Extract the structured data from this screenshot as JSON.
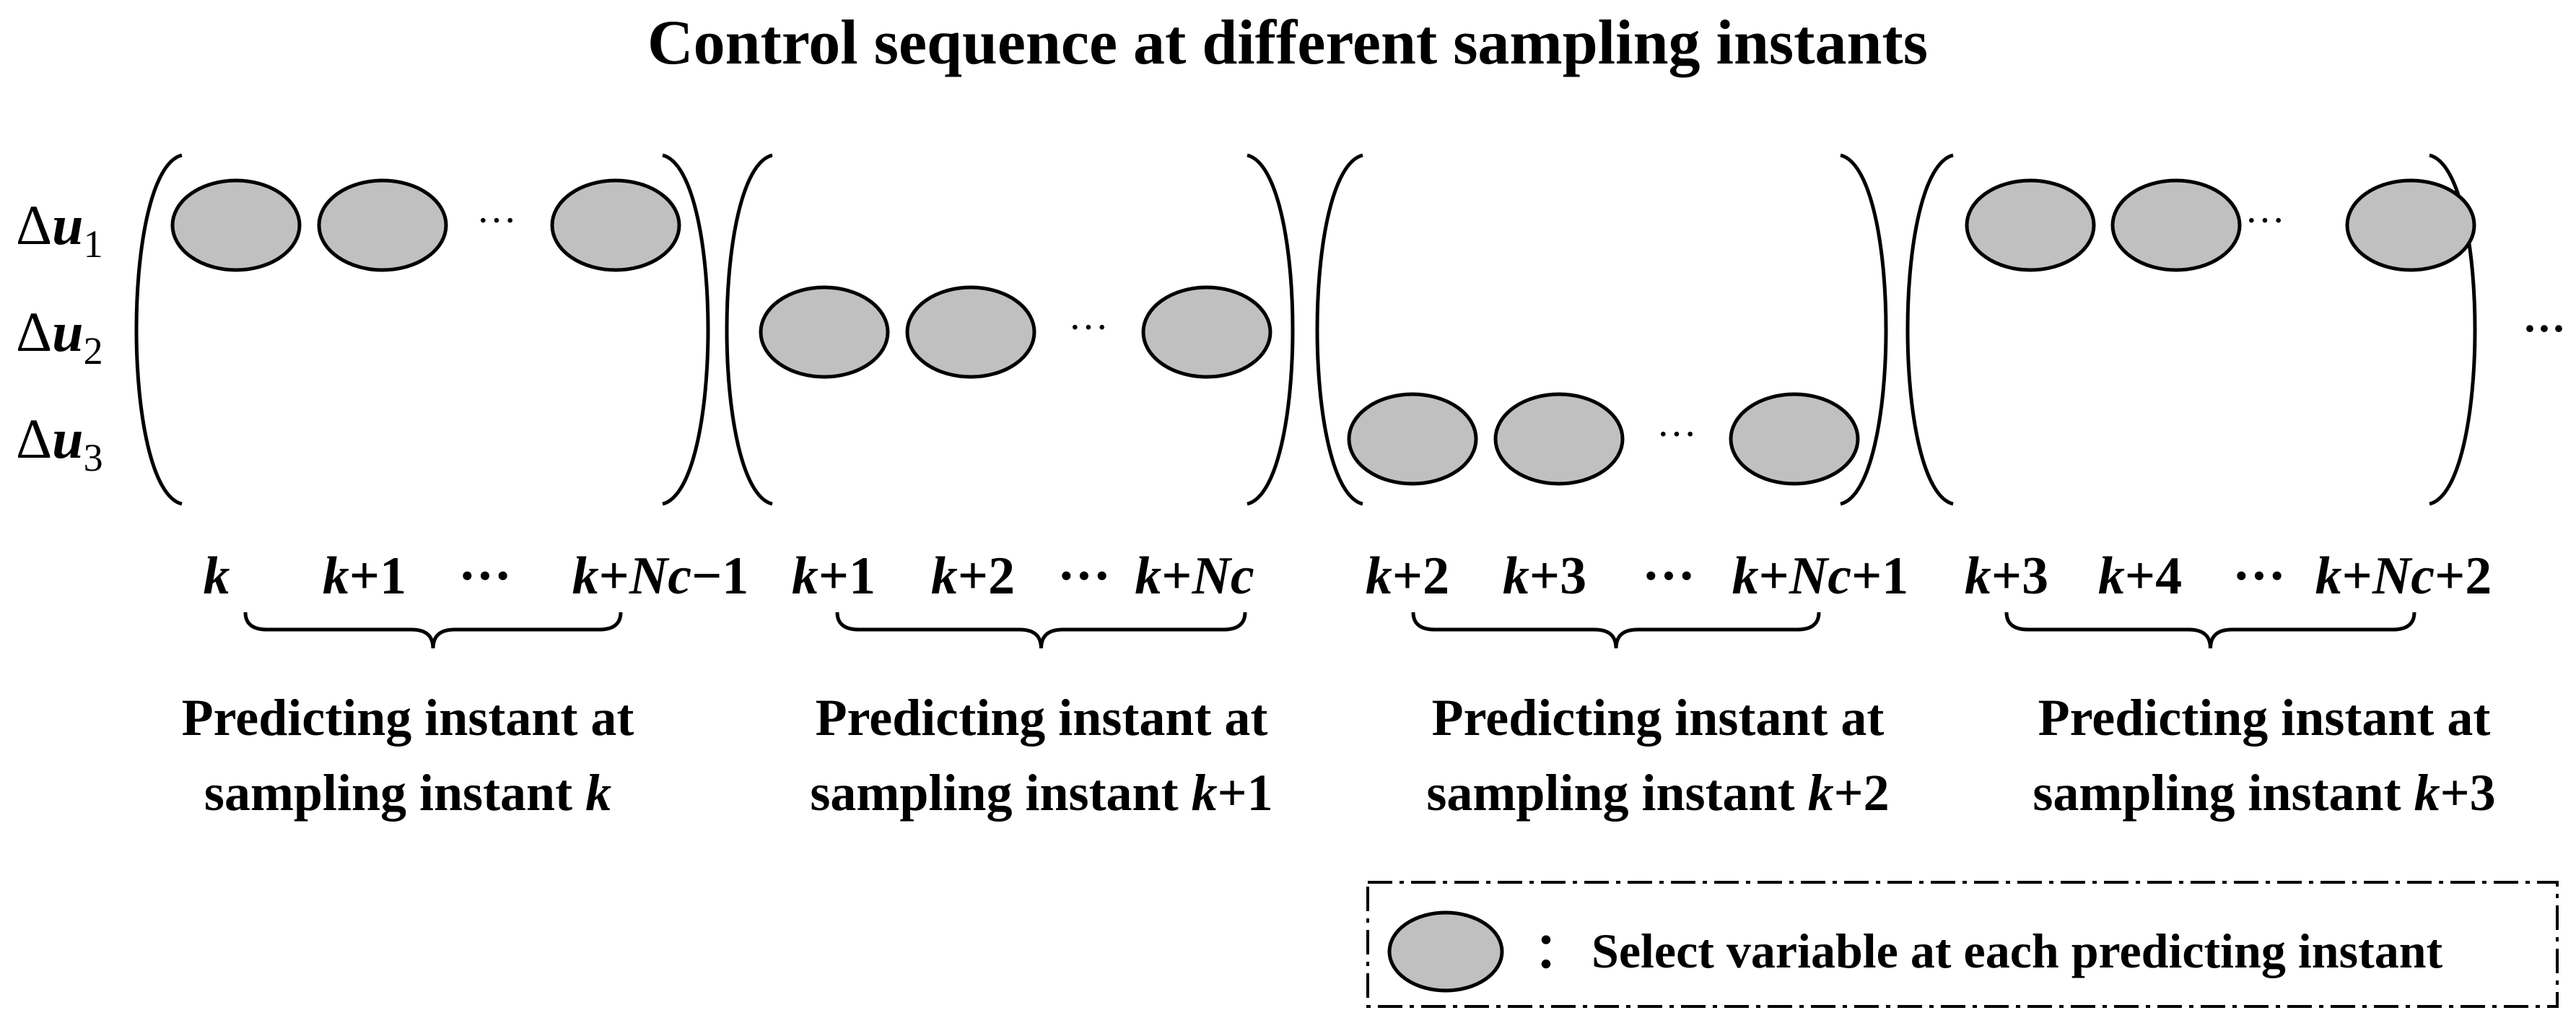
{
  "title": "Control sequence at different sampling instants",
  "rows": [
    {
      "delta": "Δ",
      "var": "u",
      "sub": "1"
    },
    {
      "delta": "Δ",
      "var": "u",
      "sub": "2"
    },
    {
      "delta": "Δ",
      "var": "u",
      "sub": "3"
    }
  ],
  "ellipsis": "···",
  "trailing_ellipsis": "···",
  "instants": [
    {
      "active_row": 0,
      "sequence": [
        [
          {
            "t": "k",
            "i": true
          }
        ],
        [
          {
            "t": "k",
            "i": true
          },
          {
            "t": "+1",
            "i": false
          }
        ],
        [
          {
            "t": "···",
            "i": false
          }
        ],
        [
          {
            "t": "k",
            "i": true
          },
          {
            "t": "+",
            "i": false
          },
          {
            "t": "Nc",
            "i": true
          },
          {
            "t": "−1",
            "i": false
          }
        ]
      ],
      "caption_line1": "Predicting instant at",
      "caption_line2": [
        {
          "t": "sampling instant ",
          "i": false
        },
        {
          "t": "k",
          "i": true
        }
      ]
    },
    {
      "active_row": 1,
      "sequence": [
        [
          {
            "t": "k",
            "i": true
          },
          {
            "t": "+1",
            "i": false
          }
        ],
        [
          {
            "t": "k",
            "i": true
          },
          {
            "t": "+2",
            "i": false
          }
        ],
        [
          {
            "t": "···",
            "i": false
          }
        ],
        [
          {
            "t": "k",
            "i": true
          },
          {
            "t": "+",
            "i": false
          },
          {
            "t": "Nc",
            "i": true
          }
        ]
      ],
      "caption_line1": "Predicting instant at",
      "caption_line2": [
        {
          "t": "sampling instant ",
          "i": false
        },
        {
          "t": "k",
          "i": true
        },
        {
          "t": "+1",
          "i": false
        }
      ]
    },
    {
      "active_row": 2,
      "sequence": [
        [
          {
            "t": "k",
            "i": true
          },
          {
            "t": "+2",
            "i": false
          }
        ],
        [
          {
            "t": "k",
            "i": true
          },
          {
            "t": "+3",
            "i": false
          }
        ],
        [
          {
            "t": "···",
            "i": false
          }
        ],
        [
          {
            "t": "k",
            "i": true
          },
          {
            "t": "+",
            "i": false
          },
          {
            "t": "Nc",
            "i": true
          },
          {
            "t": "+1",
            "i": false
          }
        ]
      ],
      "caption_line1": "Predicting instant at",
      "caption_line2": [
        {
          "t": "sampling instant ",
          "i": false
        },
        {
          "t": "k",
          "i": true
        },
        {
          "t": "+2",
          "i": false
        }
      ]
    },
    {
      "active_row": 0,
      "sequence": [
        [
          {
            "t": "k",
            "i": true
          },
          {
            "t": "+3",
            "i": false
          }
        ],
        [
          {
            "t": "k",
            "i": true
          },
          {
            "t": "+4",
            "i": false
          }
        ],
        [
          {
            "t": "···",
            "i": false
          }
        ],
        [
          {
            "t": "k",
            "i": true
          },
          {
            "t": "+",
            "i": false
          },
          {
            "t": "Nc",
            "i": true
          },
          {
            "t": "+2",
            "i": false
          }
        ]
      ],
      "caption_line1": "Predicting instant at",
      "caption_line2": [
        {
          "t": "sampling instant ",
          "i": false
        },
        {
          "t": "k",
          "i": true
        },
        {
          "t": "+3",
          "i": false
        }
      ]
    }
  ],
  "legend": {
    "separator": "：",
    "text": "Select variable at each predicting instant"
  },
  "colors": {
    "ellipse_fill": "#c0c0c0",
    "stroke": "#000000"
  }
}
